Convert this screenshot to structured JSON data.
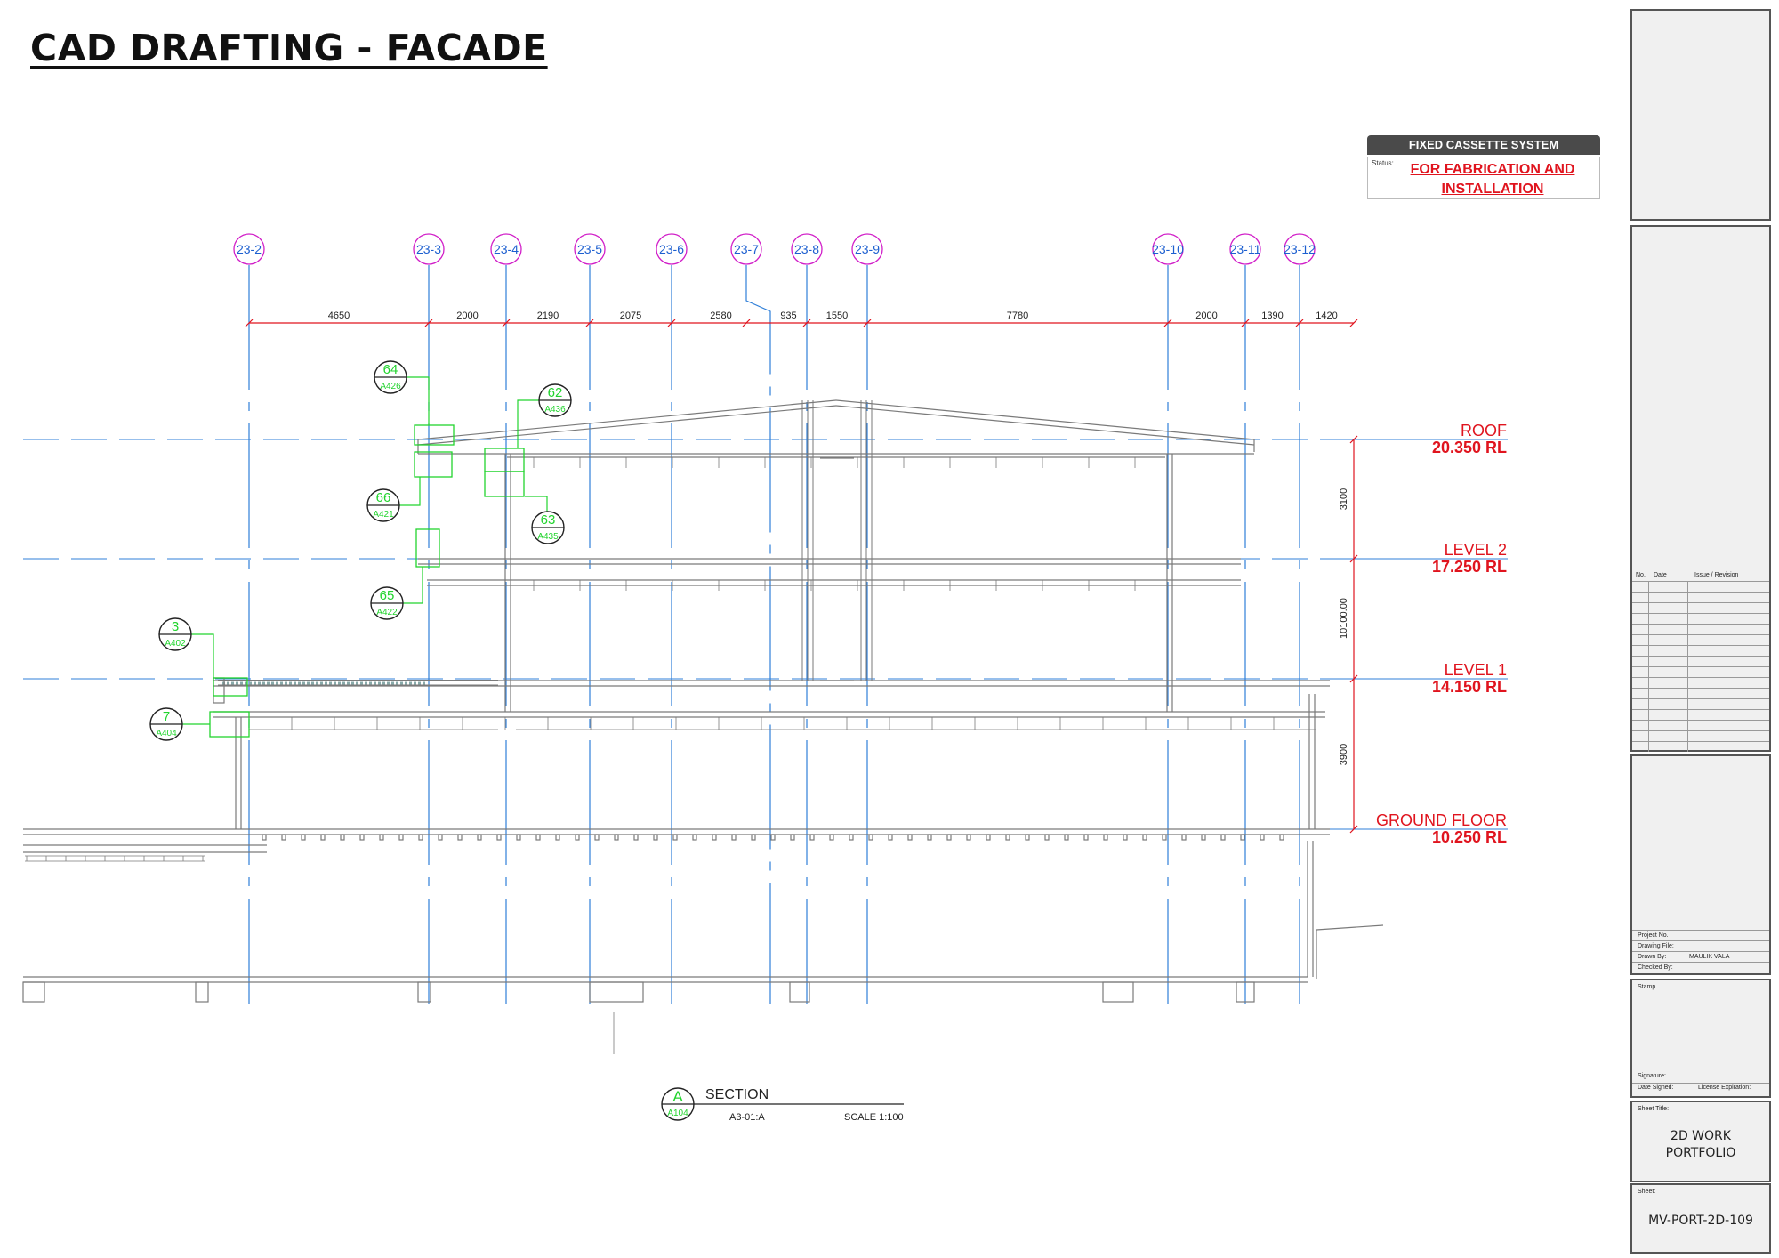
{
  "page_title": "CAD DRAFTING - FACADE",
  "status_box": {
    "header": "FIXED CASSETTE  SYSTEM",
    "label": "Status:",
    "value_line1": "FOR FABRICATION AND",
    "value_line2": "INSTALLATION"
  },
  "grid_lines": [
    "23-2",
    "23-3",
    "23-4",
    "23-5",
    "23-6",
    "23-7",
    "23-8",
    "23-9",
    "23-10",
    "23-11",
    "23-12"
  ],
  "dimensions": [
    "4650",
    "2000",
    "2190",
    "2075",
    "2580",
    "935",
    "1550",
    "7780",
    "2000",
    "1390",
    "1420"
  ],
  "vertical_dimensions": [
    "3100",
    "10100.00",
    "3900"
  ],
  "levels": [
    {
      "name": "ROOF",
      "rl": "20.350 RL"
    },
    {
      "name": "LEVEL 2",
      "rl": "17.250 RL"
    },
    {
      "name": "LEVEL 1",
      "rl": "14.150 RL"
    },
    {
      "name": "GROUND FLOOR",
      "rl": "10.250 RL"
    }
  ],
  "callouts": [
    {
      "num": "64",
      "ref": "A426"
    },
    {
      "num": "62",
      "ref": "A436"
    },
    {
      "num": "66",
      "ref": "A421"
    },
    {
      "num": "63",
      "ref": "A435"
    },
    {
      "num": "65",
      "ref": "A422"
    },
    {
      "num": "3",
      "ref": "A402"
    },
    {
      "num": "7",
      "ref": "A404"
    }
  ],
  "section_mark": {
    "letter": "A",
    "ref": "A104",
    "title": "SECTION",
    "code": "A3-01:A",
    "scale": "SCALE 1:100"
  },
  "colors": {
    "grid_bubble": "#d11ec8",
    "grid_text": "#1c5fd0",
    "grid_line": "#2f7fd8",
    "dimension": "#e0141e",
    "level_text": "#e0141e",
    "callout": "#22d42e",
    "linework": "#7a7a7a"
  },
  "title_block": {
    "rev_no": "No.",
    "rev_date": "Date",
    "rev_issue": "Issue / Revision",
    "project_no": "Project No.",
    "drawing_file": "Drawing File:",
    "drawn_by": "Drawn By:",
    "drawn_by_value": "MAULIK VALA",
    "checked_by": "Checked By:",
    "stamp": "Stamp",
    "signature": "Signature:",
    "date_signed": "Date Signed:",
    "license": "License Expiration:",
    "sheet_title_label": "Sheet Title:",
    "sheet_title_line1": "2D WORK",
    "sheet_title_line2": "PORTFOLIO",
    "sheet_label": "Sheet:",
    "sheet_number": "MV-PORT-2D-109"
  }
}
